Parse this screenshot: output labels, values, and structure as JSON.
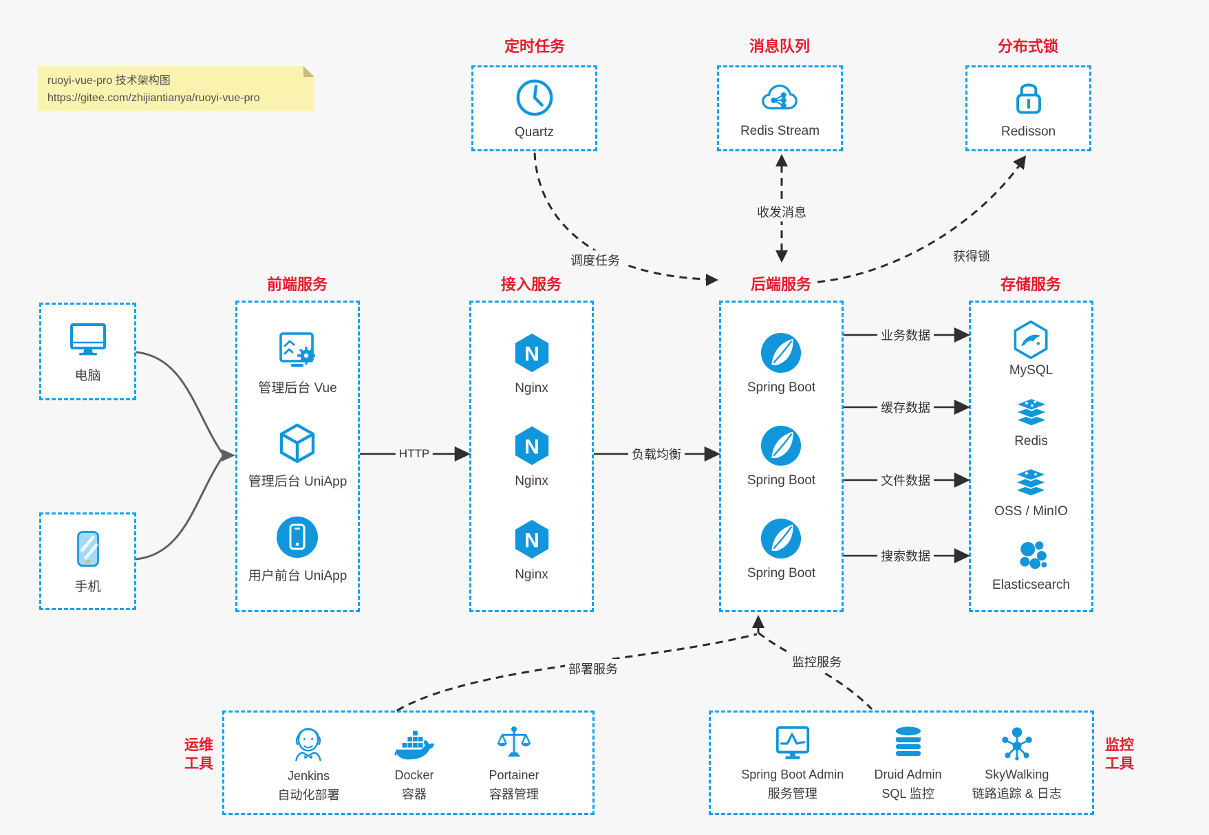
{
  "note": {
    "line1": "ruoyi-vue-pro 技术架构图",
    "line2": "https://gitee.com/zhijiantianya/ruoyi-vue-pro"
  },
  "top_groups": [
    {
      "title": "定时任务",
      "item": {
        "label": "Quartz",
        "icon": "clock-icon"
      }
    },
    {
      "title": "消息队列",
      "item": {
        "label": "Redis Stream",
        "icon": "cloud-share-icon"
      }
    },
    {
      "title": "分布式锁",
      "item": {
        "label": "Redisson",
        "icon": "lock-icon"
      }
    }
  ],
  "clients": [
    {
      "label": "电脑",
      "icon": "desktop-icon"
    },
    {
      "label": "手机",
      "icon": "smartphone-icon"
    }
  ],
  "columns": [
    {
      "title": "前端服务",
      "items": [
        {
          "label": "管理后台 Vue",
          "icon": "admin-vue-icon"
        },
        {
          "label": "管理后台 UniApp",
          "icon": "uniapp-cube-icon"
        },
        {
          "label": "用户前台 UniApp",
          "icon": "mobile-app-icon"
        }
      ]
    },
    {
      "title": "接入服务",
      "items": [
        {
          "label": "Nginx",
          "icon": "nginx-icon"
        },
        {
          "label": "Nginx",
          "icon": "nginx-icon"
        },
        {
          "label": "Nginx",
          "icon": "nginx-icon"
        }
      ]
    },
    {
      "title": "后端服务",
      "items": [
        {
          "label": "Spring Boot",
          "icon": "spring-icon"
        },
        {
          "label": "Spring Boot",
          "icon": "spring-icon"
        },
        {
          "label": "Spring Boot",
          "icon": "spring-icon"
        }
      ]
    },
    {
      "title": "存储服务",
      "items": [
        {
          "label": "MySQL",
          "icon": "mysql-icon"
        },
        {
          "label": "Redis",
          "icon": "redis-stack-icon"
        },
        {
          "label": "OSS / MinIO",
          "icon": "oss-stack-icon"
        },
        {
          "label": "Elasticsearch",
          "icon": "elasticsearch-icon"
        }
      ]
    }
  ],
  "bottom_groups": [
    {
      "title": "运维\n工具",
      "items": [
        {
          "name": "Jenkins",
          "desc": "自动化部署",
          "icon": "jenkins-icon"
        },
        {
          "name": "Docker",
          "desc": "容器",
          "icon": "docker-icon"
        },
        {
          "name": "Portainer",
          "desc": "容器管理",
          "icon": "portainer-icon"
        }
      ]
    },
    {
      "title": "监控\n工具",
      "items": [
        {
          "name": "Spring Boot Admin",
          "desc": "服务管理",
          "icon": "monitor-chart-icon"
        },
        {
          "name": "Druid Admin",
          "desc": "SQL 监控",
          "icon": "database-icon"
        },
        {
          "name": "SkyWalking",
          "desc": "链路追踪 & 日志",
          "icon": "topology-icon"
        }
      ]
    }
  ],
  "edges": {
    "http": "HTTP",
    "load_balance": "负载均衡",
    "schedule": "调度任务",
    "message": "收发消息",
    "acquire_lock": "获得锁",
    "business_data": "业务数据",
    "cache_data": "缓存数据",
    "file_data": "文件数据",
    "search_data": "搜索数据",
    "deploy": "部署服务",
    "monitor": "监控服务"
  },
  "colors": {
    "icon_blue": "#1296db",
    "border_blue": "#14a0ef",
    "label_red": "#e8192d",
    "line_dark": "#2f2f2f",
    "line_gray": "#5f5f5f",
    "note_bg": "#faf3b0"
  }
}
